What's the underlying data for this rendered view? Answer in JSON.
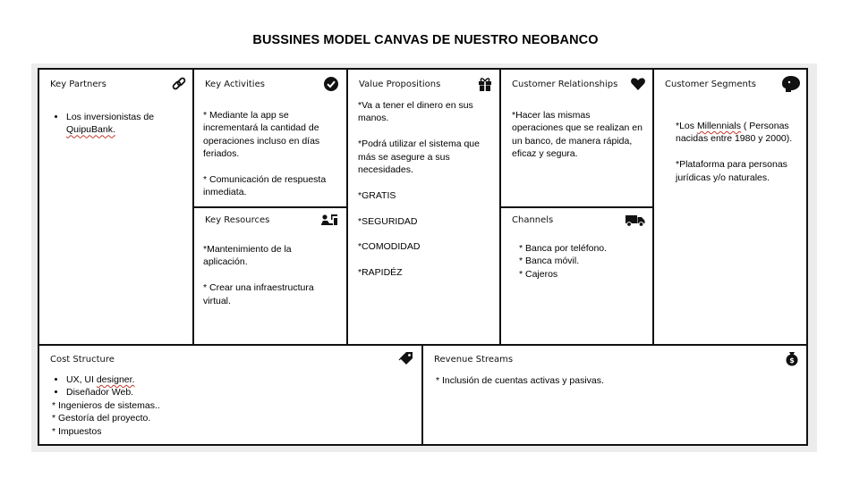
{
  "title": "BUSSINES MODEL CANVAS DE NUESTRO NEOBANCO",
  "key_partners": {
    "label": "Key Partners",
    "icon": "link-icon",
    "items": [
      "Los inversionistas de",
      "QuipuBank."
    ]
  },
  "key_activities": {
    "label": "Key Activities",
    "icon": "checkmark-icon",
    "item1": [
      "* Mediante la app se",
      "incrementará la cantidad de",
      "operaciones incluso en días",
      "feriados."
    ],
    "item2": [
      "* Comunicación de respuesta",
      "inmediata."
    ]
  },
  "key_resources": {
    "label": "Key Resources",
    "icon": "worker-icon",
    "item1": [
      "*Mantenimiento de la",
      "aplicación."
    ],
    "item2": [
      "* Crear una infraestructura",
      "virtual."
    ]
  },
  "value_propositions": {
    "label": "Value Propositions",
    "icon": "gift-icon",
    "item1": [
      "*Va a tener el dinero en sus",
      "manos."
    ],
    "item2": [
      "*Podrá utilizar el sistema que",
      "más se asegure a sus",
      "necesidades."
    ],
    "item3": "*GRATIS",
    "item4": "*SEGURIDAD",
    "item5": "*COMODIDAD",
    "item6": "*RAPIDÉZ"
  },
  "customer_relationships": {
    "label": "Customer Relationships",
    "icon": "heart-icon",
    "items": [
      "*Hacer las mismas",
      "operaciones que se realizan en",
      "un banco, de manera rápida,",
      "eficaz y segura."
    ]
  },
  "channels": {
    "label": "Channels",
    "icon": "truck-icon",
    "items": [
      "* Banca por teléfono.",
      "* Banca móvil.",
      "* Cajeros"
    ]
  },
  "customer_segments": {
    "label": "Customer Segments",
    "icon": "face-icon",
    "item1_a": "*Los ",
    "item1_b": "Millennials",
    "item1_c": " ( Personas",
    "item1_d": "nacidas entre 1980 y 2000).",
    "item2": [
      "*Plataforma para personas",
      "jurídicas y/o naturales."
    ]
  },
  "cost_structure": {
    "label": "Cost Structure",
    "icon": "price-tag-icon",
    "item1_a": "UX, UI ",
    "item1_b": "designer.",
    "item2": "Diseñador Web.",
    "item3": "* Ingenieros de sistemas..",
    "item4": "* Gestoría del proyecto.",
    "item5": "* Impuestos"
  },
  "revenue_streams": {
    "label": "Revenue Streams",
    "icon": "money-bag-icon",
    "items": [
      "* Inclusión de cuentas activas y pasivas."
    ]
  }
}
